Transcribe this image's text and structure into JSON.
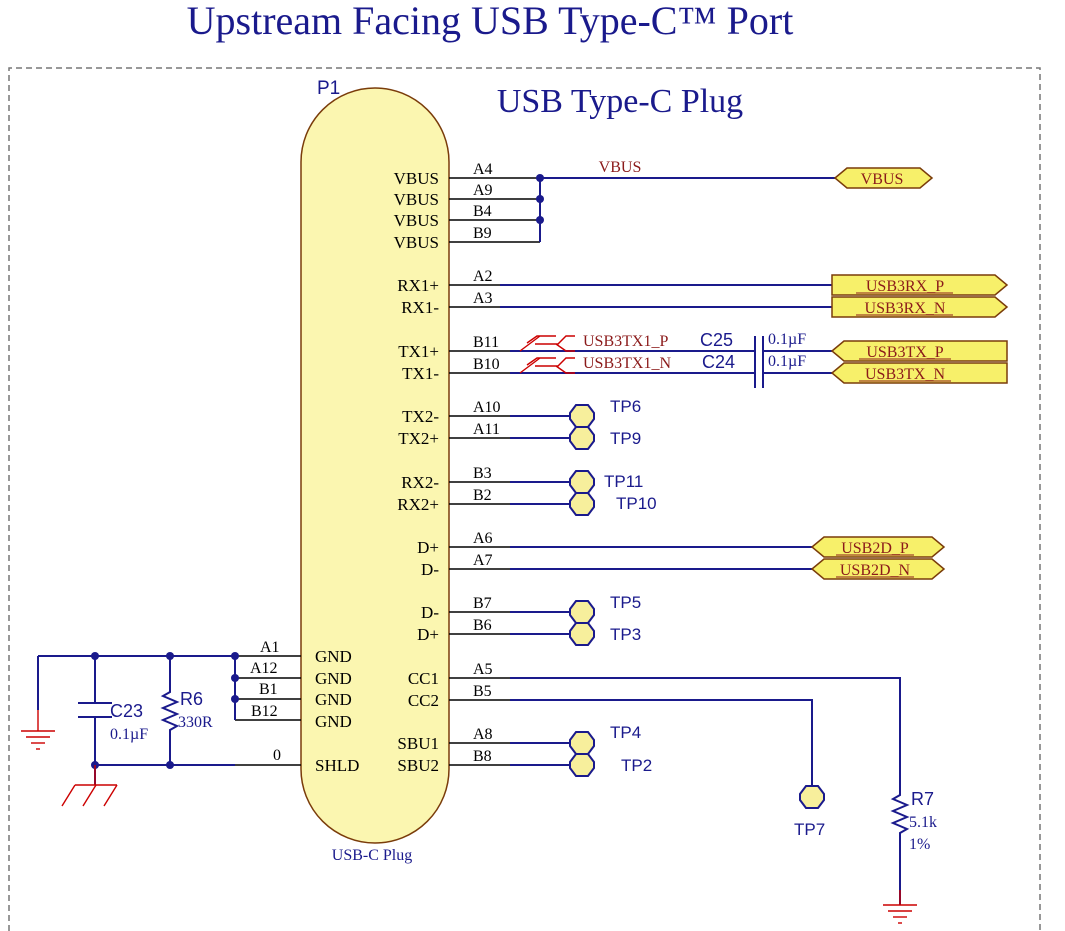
{
  "title": "Upstream Facing USB Type-C™ Port",
  "connector": {
    "designator": "P1",
    "heading": "USB Type-C Plug",
    "footer": "USB-C Plug",
    "right_pins": [
      {
        "name": "VBUS",
        "num": "A4"
      },
      {
        "name": "VBUS",
        "num": "A9"
      },
      {
        "name": "VBUS",
        "num": "B4"
      },
      {
        "name": "VBUS",
        "num": "B9"
      },
      {
        "name": "RX1+",
        "num": "A2"
      },
      {
        "name": "RX1-",
        "num": "A3"
      },
      {
        "name": "TX1+",
        "num": "B11"
      },
      {
        "name": "TX1-",
        "num": "B10"
      },
      {
        "name": "TX2-",
        "num": "A10"
      },
      {
        "name": "TX2+",
        "num": "A11"
      },
      {
        "name": "RX2-",
        "num": "B3"
      },
      {
        "name": "RX2+",
        "num": "B2"
      },
      {
        "name": "D+",
        "num": "A6"
      },
      {
        "name": "D-",
        "num": "A7"
      },
      {
        "name": "D-",
        "num": "B7"
      },
      {
        "name": "D+",
        "num": "B6"
      },
      {
        "name": "CC1",
        "num": "A5"
      },
      {
        "name": "CC2",
        "num": "B5"
      },
      {
        "name": "SBU1",
        "num": "A8"
      },
      {
        "name": "SBU2",
        "num": "B8"
      }
    ],
    "left_pins": [
      {
        "name": "GND",
        "num": "A1"
      },
      {
        "name": "GND",
        "num": "A12"
      },
      {
        "name": "GND",
        "num": "B1"
      },
      {
        "name": "GND",
        "num": "B12"
      },
      {
        "name": "SHLD",
        "num": "0"
      }
    ]
  },
  "nets": {
    "vbus_wire": "VBUS",
    "usb3tx_p_wire": "USB3TX1_P",
    "usb3tx_n_wire": "USB3TX1_N"
  },
  "ports": {
    "vbus": "VBUS",
    "usb3rx_p": "USB3RX_P",
    "usb3rx_n": "USB3RX_N",
    "usb3tx_p": "USB3TX_P",
    "usb3tx_n": "USB3TX_N",
    "usb2d_p": "USB2D_P",
    "usb2d_n": "USB2D_N"
  },
  "components": {
    "c25": {
      "ref": "C25",
      "value": "0.1µF"
    },
    "c24": {
      "ref": "C24",
      "value": "0.1µF"
    },
    "c23": {
      "ref": "C23",
      "value": "0.1µF"
    },
    "r6": {
      "ref": "R6",
      "value": "330R"
    },
    "r7": {
      "ref": "R7",
      "value": "5.1k",
      "tol": "1%"
    }
  },
  "testpoints": {
    "tp6": "TP6",
    "tp9": "TP9",
    "tp11": "TP11",
    "tp10": "TP10",
    "tp5": "TP5",
    "tp3": "TP3",
    "tp4": "TP4",
    "tp2": "TP2",
    "tp7": "TP7"
  },
  "colors": {
    "title": "#1a1a8c",
    "wire": "#1a1a8c",
    "net_label": "#8b1a1a",
    "ground": "#cc0000",
    "body_fill": "#fbf6b0",
    "port_fill": "#f7f06a"
  }
}
